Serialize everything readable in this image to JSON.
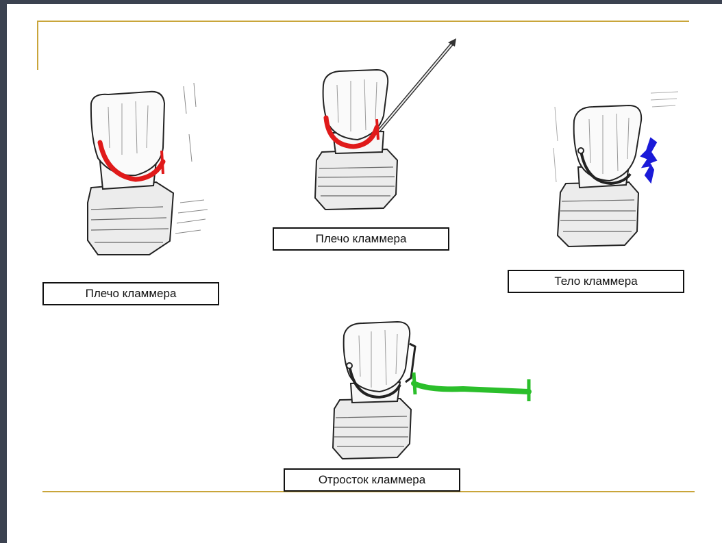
{
  "labels": {
    "top_left": "Плечо кламмера",
    "top_center": "Плечо кламмера",
    "top_right": "Тело кламмера",
    "bottom_center": "Отросток кламмера"
  },
  "colors": {
    "rule": "#c9a53a",
    "shoulder_highlight": "#e01a1a",
    "body_highlight": "#1a1ad8",
    "process_highlight": "#2bbf2b",
    "sketch": "#222222"
  },
  "icons": {
    "tooth": "tooth-model-sketch",
    "instrument": "probe-instrument"
  }
}
